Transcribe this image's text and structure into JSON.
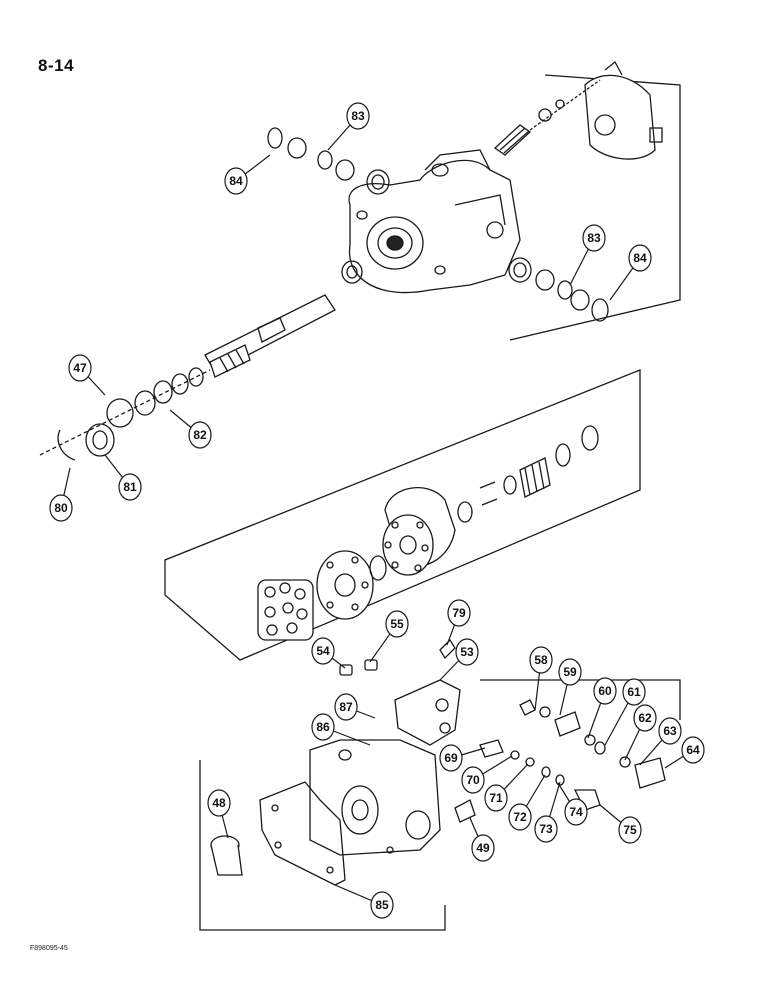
{
  "page_number": "8-14",
  "figure_code": "F898095-45",
  "callouts": [
    "83",
    "84",
    "83",
    "84",
    "47",
    "82",
    "80",
    "81",
    "79",
    "55",
    "54",
    "53",
    "58",
    "59",
    "60",
    "61",
    "62",
    "63",
    "64",
    "87",
    "86",
    "69",
    "70",
    "71",
    "72",
    "73",
    "74",
    "75",
    "48",
    "49",
    "85"
  ]
}
